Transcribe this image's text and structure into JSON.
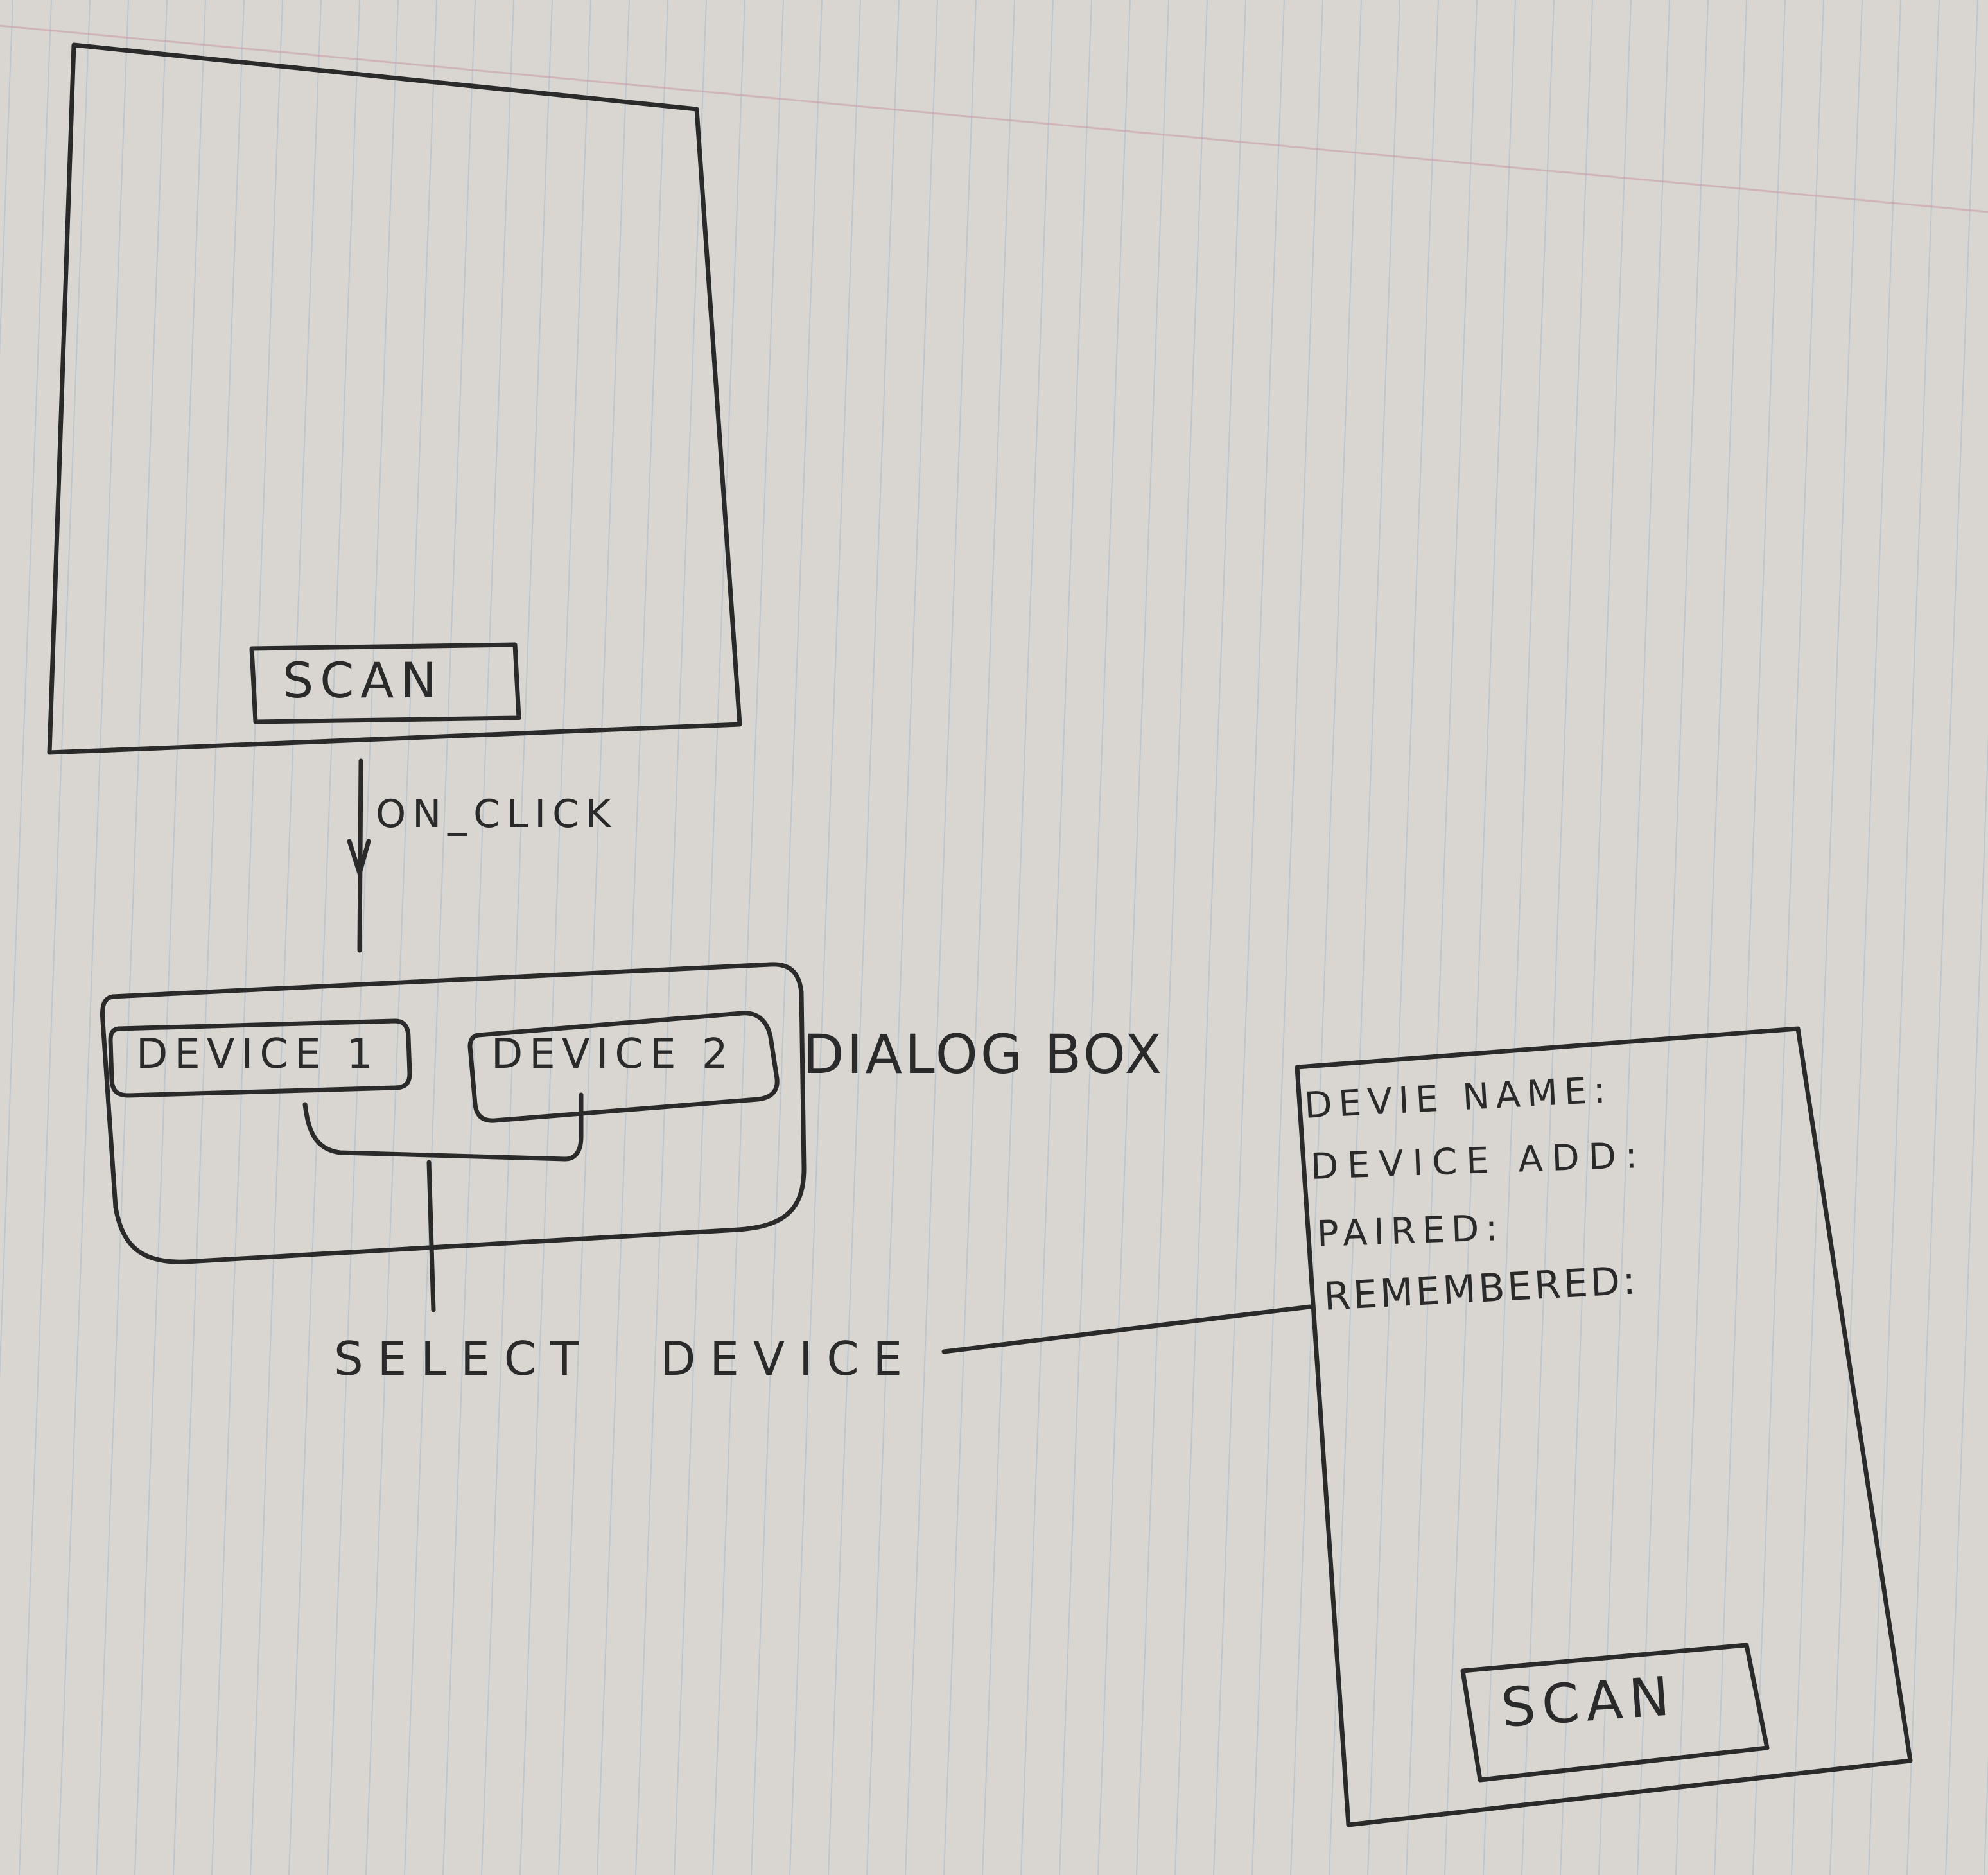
{
  "colors": {
    "paper": "#d9d6d2",
    "rule_line": "#9fb3c4",
    "margin_line": "#c9a0a8",
    "ink": "#2a2a2a"
  },
  "screen1": {
    "scan_button_label": "SCAN"
  },
  "flow": {
    "on_click_label": "ON_CLICK",
    "select_device_label": "SELECT DEVICE"
  },
  "dialog": {
    "label": "DIALOG BOX",
    "device1_label": "DEVICE 1",
    "device2_label": "DEVICE 2"
  },
  "screen2": {
    "field_device_name": "DEVIE NAME:",
    "field_device_add": "DEVICE ADD:",
    "field_paired": "PAIRED:",
    "field_remembered": "REMEMBERED:",
    "scan_button_label": "SCAN"
  }
}
